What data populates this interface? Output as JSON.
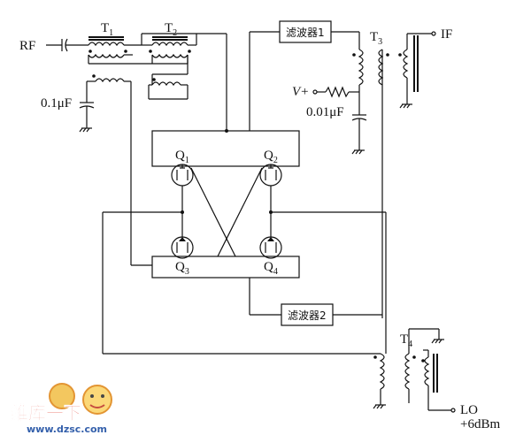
{
  "labels": {
    "rf": "RF",
    "t1": "T",
    "t1_sub": "1",
    "t2": "T",
    "t2_sub": "2",
    "t3": "T",
    "t3_sub": "3",
    "t4": "T",
    "t4_sub": "4",
    "if_out": "IF",
    "vplus": "V+",
    "cap1": "0.1μF",
    "cap2": "0.01μF",
    "q1": "Q",
    "q1_sub": "1",
    "q2": "Q",
    "q2_sub": "2",
    "q3": "Q",
    "q3_sub": "3",
    "q4": "Q",
    "q4_sub": "4",
    "filter1": "滤波器1",
    "filter2": "滤波器2",
    "lo": "LO",
    "lo_level": "+6dBm"
  },
  "watermark": {
    "logo_text": "维库一下",
    "url": "www.dzsc.com"
  }
}
